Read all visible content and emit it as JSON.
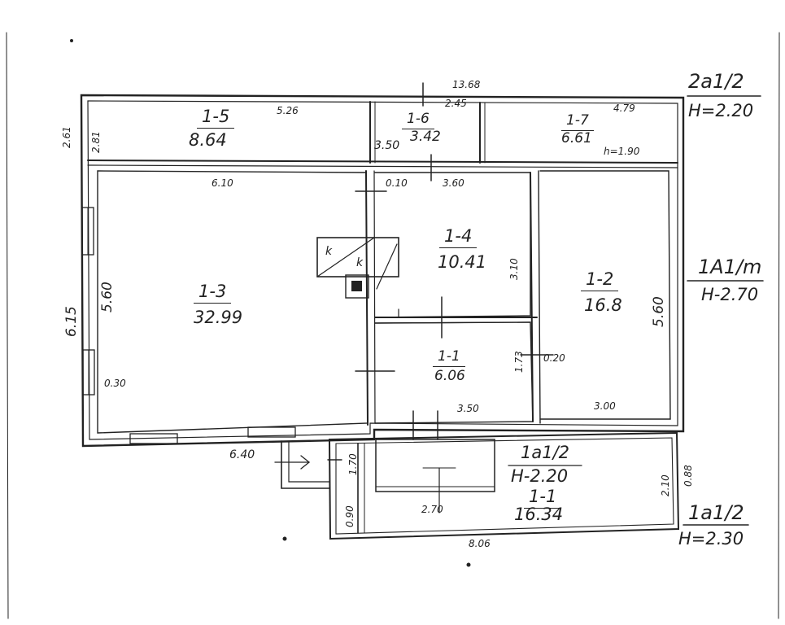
{
  "rooms": [
    {
      "id": "1-5",
      "area": "8.64"
    },
    {
      "id": "1-6",
      "area": "3.42"
    },
    {
      "id": "1-7",
      "area": "6.61"
    },
    {
      "id": "1-3",
      "area": "32.99"
    },
    {
      "id": "1-4",
      "area": "10.41"
    },
    {
      "id": "1-2",
      "area": "16.8"
    },
    {
      "id": "1-1",
      "area": "6.06"
    },
    {
      "id": "1-1",
      "area": "16.34"
    }
  ],
  "stoves": {
    "label_a": "k",
    "label_b": "k"
  },
  "zones": {
    "top_right": {
      "code": "2a1/2",
      "height": "H=2.20"
    },
    "right_middle": {
      "code": "1A1/m",
      "height": "H-2.70"
    },
    "bottom_right": {
      "code": "1a1/2",
      "height": "H=2.30"
    },
    "lower_veranda": {
      "code": "1a1/2",
      "height": "H-2.20"
    }
  },
  "dimensions": {
    "top_total": "13.68",
    "r15_length": "5.26",
    "r16_length": "2.45",
    "r17_length": "4.79",
    "r17_height": "h=1.90",
    "left_top_small": "2.61",
    "left_top_small2": "2.81",
    "r16_width": "3.50",
    "r13_top": "6.10",
    "r14_left_offset": "0.10",
    "r14_top": "3.60",
    "r14_side": "3.10",
    "left_outer": "6.15",
    "r13_side": "5.60",
    "r12_side": "5.60",
    "r11_side": "1.73",
    "r11_wall": "0.20",
    "r13_wall": "0.30",
    "r11_bottom": "3.50",
    "r12_bottom": "3.00",
    "bottom_left": "6.40",
    "porch_side": "1.70",
    "veranda_left": "0.90",
    "veranda_inner": "2.70",
    "veranda_right": "2.10",
    "veranda_outer": "0.88",
    "veranda_bottom": "8.06"
  }
}
